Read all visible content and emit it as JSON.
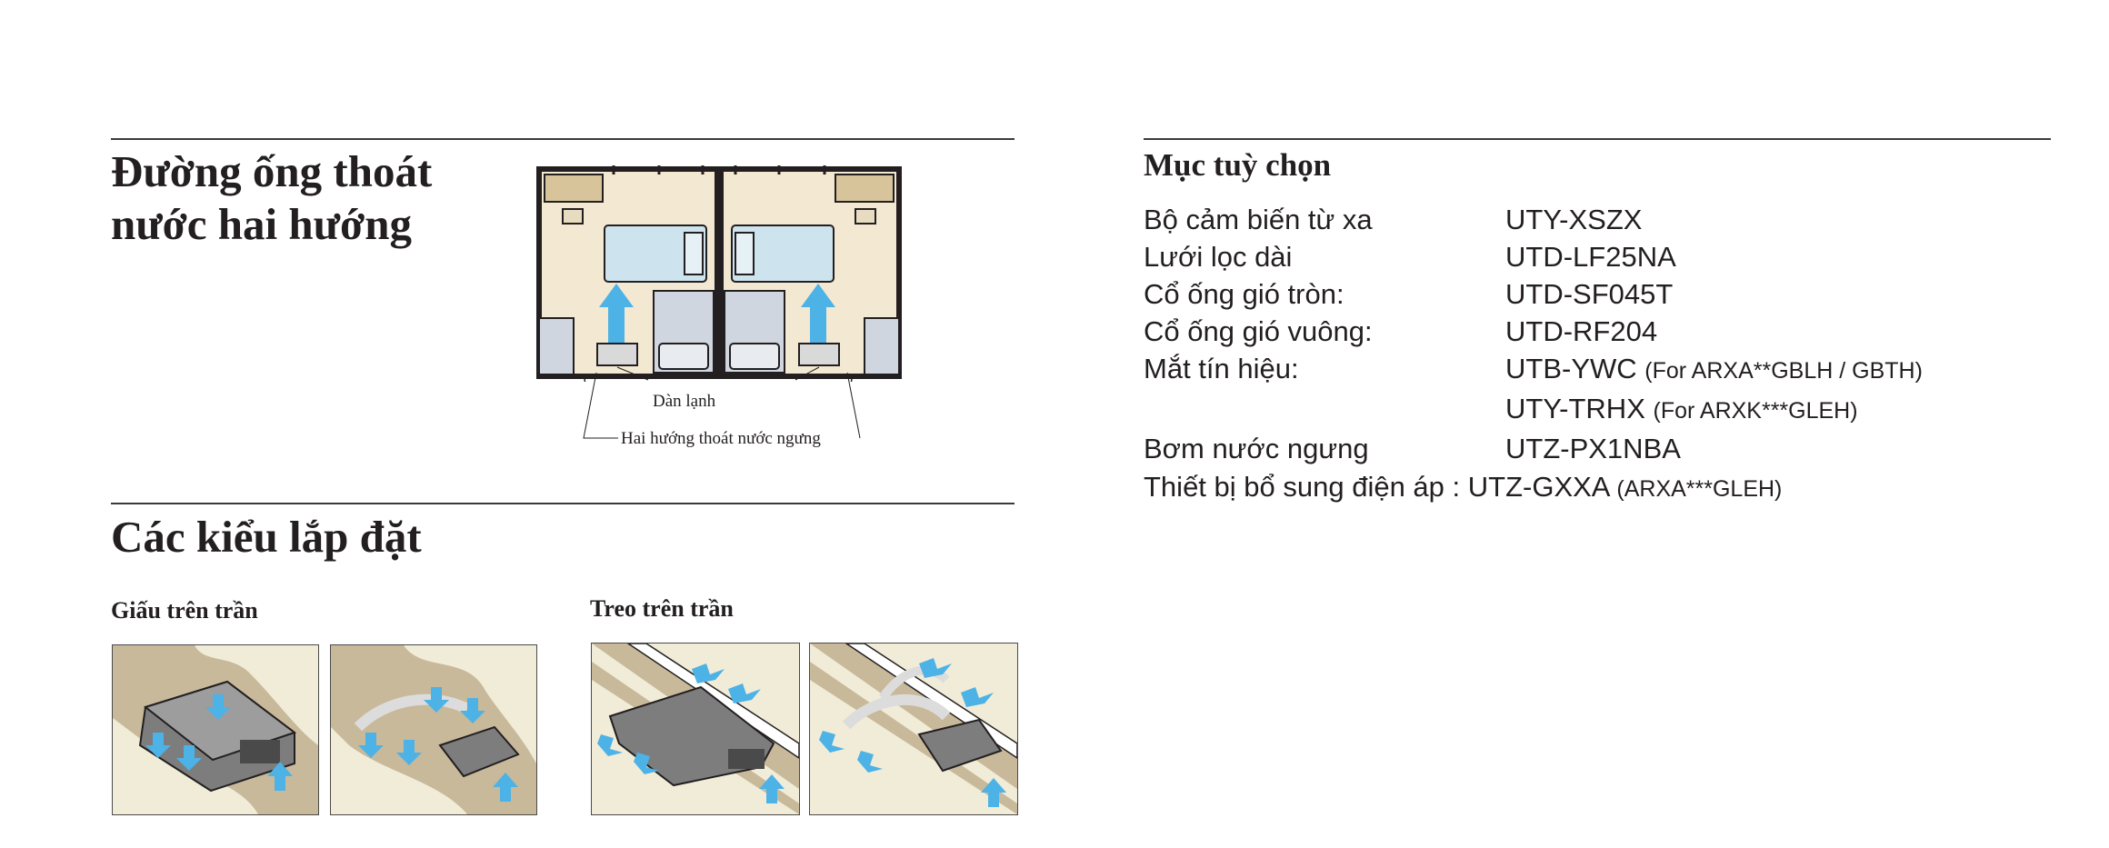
{
  "left": {
    "drain_heading": [
      "Đường ống thoát",
      "nước hai hướng"
    ],
    "drain_diagram": {
      "label_indoor": "Dàn lạnh",
      "label_drain": "Hai hướng thoát nước ngưng"
    },
    "install_heading": "Các kiểu lắp đặt",
    "install_concealed": "Giấu trên trần",
    "install_suspended": "Treo trên trần"
  },
  "options": {
    "heading": "Mục tuỳ chọn",
    "rows": [
      {
        "label": "Bộ cảm biến từ xa",
        "code": "UTY-XSZX",
        "note": ""
      },
      {
        "label": "Lưới lọc dài",
        "code": "UTD-LF25NA",
        "note": ""
      },
      {
        "label": "Cổ ống gió tròn:",
        "code": "UTD-SF045T",
        "note": ""
      },
      {
        "label": "Cổ ống gió vuông:",
        "code": "UTD-RF204",
        "note": ""
      },
      {
        "label": "Mắt tín hiệu:",
        "code": "UTB-YWC",
        "note": "(For ARXA**GBLH / GBTH)"
      },
      {
        "label": "",
        "code": "UTY-TRHX",
        "note": "(For ARXK***GLEH)"
      },
      {
        "label": "Bơm nước ngưng",
        "code": "UTZ-PX1NBA",
        "note": ""
      }
    ],
    "last_line": {
      "label": "Thiết bị bổ sung điện áp : ",
      "code": "UTZ-GXXA",
      "note": "(ARXA***GLEH)"
    }
  },
  "colors": {
    "room_fill": "#f3e8d2",
    "wall": "#231f20",
    "bed": "#cde3ee",
    "arrow": "#4db2e6",
    "ceiling": "#c8b99a",
    "panel": "#f1ecd8",
    "unit": "#8f8f8f"
  }
}
